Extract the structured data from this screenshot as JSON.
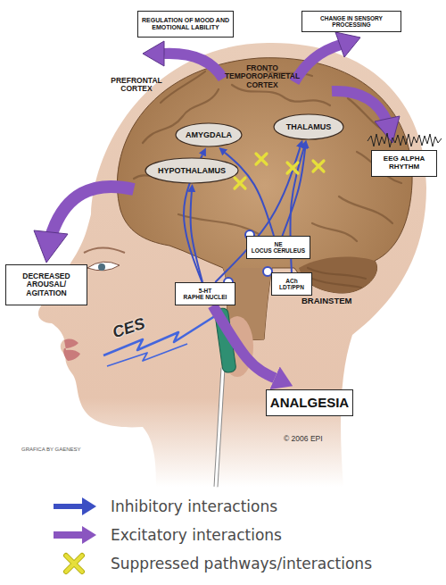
{
  "diagram": {
    "nodes": [
      {
        "text": [
          "REGULATION OF MOOD AND EMOTIONAL LABILITY"
        ]
      },
      {
        "text": [
          "CHANGE IN SENSORY PROCESSING"
        ]
      },
      {
        "text": [
          "AMYGDALA"
        ]
      },
      {
        "text": [
          "THALAMUS"
        ]
      },
      {
        "text": [
          "HYPOTHALAMUS"
        ]
      },
      {
        "text": [
          "EEG ALPHA RHYTHM"
        ]
      },
      {
        "text": [
          "DECREASED AROUSAL/ AGITATION"
        ]
      },
      {
        "text": [
          "NE",
          "LOCUS CERULEUS"
        ]
      },
      {
        "text": [
          "ACh",
          "LDT/PPN"
        ]
      },
      {
        "text": [
          "5-HT",
          "RAPHE NUCLEI"
        ]
      },
      {
        "text": [
          "ANALGESIA"
        ]
      }
    ],
    "edges": [
      {
        "from": 9,
        "to": 4,
        "arrow": "to"
      },
      {
        "from": 9,
        "to": 2,
        "arrow": "to"
      },
      {
        "from": 7,
        "to": 3,
        "arrow": "to"
      },
      {
        "from": 7,
        "to": 2,
        "arrow": "to"
      },
      {
        "from": 8,
        "to": 3,
        "arrow": "to"
      },
      {
        "from": 9,
        "to": 3,
        "arrow": "to"
      },
      {
        "from": 9,
        "to": 10,
        "arrow": "to"
      }
    ],
    "labels": [
      "PREFRONTAL CORTEX",
      "FRONTO TEMPOROPARIETAL CORTEX",
      "BRAINSTEM",
      "CES",
      "GRAFICA BY GAENESY",
      "© 2006 EPI"
    ],
    "legend": [
      {
        "text": "Inhibitory interactions"
      },
      {
        "text": "Excitatory interactions"
      },
      {
        "text": "Suppressed pathways/interactions"
      }
    ]
  }
}
